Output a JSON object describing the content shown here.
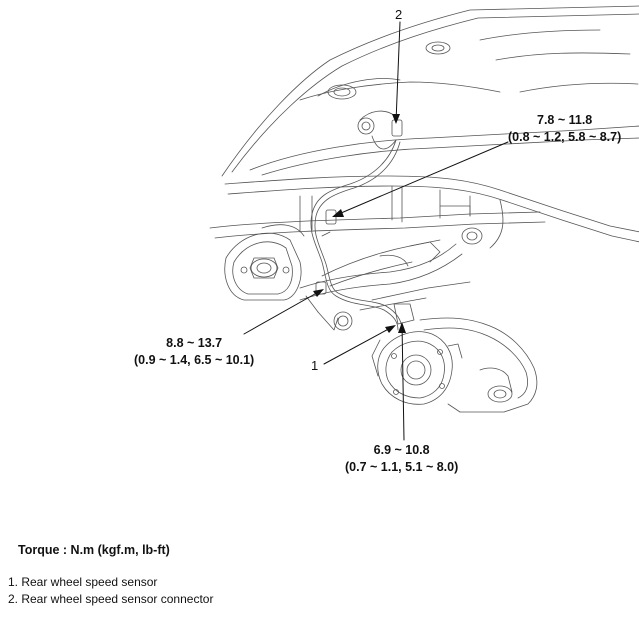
{
  "callouts": {
    "c1": "1",
    "c2": "2"
  },
  "torque": {
    "a": {
      "nm": "7.8 ~ 11.8",
      "alt": "(0.8 ~ 1.2, 5.8 ~ 8.7)"
    },
    "b": {
      "nm": "8.8 ~ 13.7",
      "alt": "(0.9 ~ 1.4, 6.5 ~ 10.1)"
    },
    "c": {
      "nm": "6.9 ~ 10.8",
      "alt": "(0.7 ~ 1.1, 5.1 ~ 8.0)"
    }
  },
  "torque_unit": "Torque : N.m (kgf.m, lb-ft)",
  "legend": [
    "1. Rear wheel speed sensor",
    "2. Rear wheel speed sensor connector"
  ]
}
